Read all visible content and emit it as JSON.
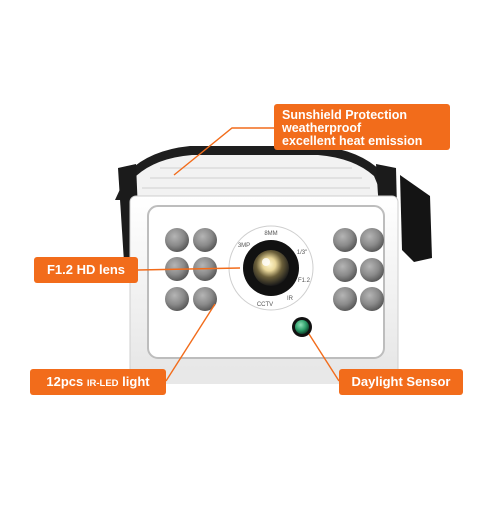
{
  "callouts": {
    "sunshield": {
      "line1": "Sunshield Protection",
      "line2": "weatherproof",
      "line3": "excellent heat emission"
    },
    "lens": {
      "label": "F1.2 HD lens"
    },
    "ir_led": {
      "prefix": "12pcs ",
      "emph": "IR-LED",
      "suffix": " light"
    },
    "daylight": {
      "label": "Daylight Sensor"
    }
  },
  "lens_ring_text": [
    "8MM",
    "1/3\"",
    "F1.2",
    "IR",
    "CCTV",
    "3MP"
  ],
  "colors": {
    "accent": "#f26c1b",
    "housing": "#f4f4f4",
    "shade": "#1e1e1e",
    "led": "#8a8a8a",
    "sensor": "#2e9e6a"
  }
}
